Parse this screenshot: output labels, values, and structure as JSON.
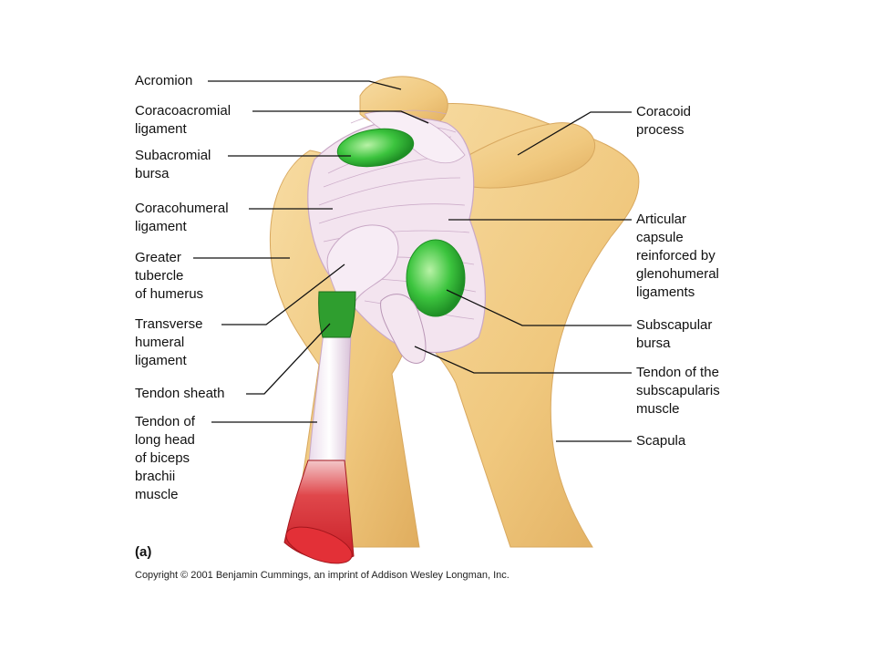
{
  "labels": {
    "acromion": "Acromion",
    "coracoacromial": "Coracoacromial\nligament",
    "subacromial": "Subacromial\nbursa",
    "coracohumeral": "Coracohumeral\nligament",
    "greater_tubercle": "Greater\ntubercle\nof humerus",
    "transverse": "Transverse\nhumeral\nligament",
    "tendon_sheath": "Tendon sheath",
    "biceps_tendon": "Tendon of\nlong head\nof biceps\nbrachii\nmuscle",
    "coracoid": "Coracoid\nprocess",
    "articular_capsule": "Articular\ncapsule\nreinforced by\nglenohumeral\nligaments",
    "subscapular_bursa": "Subscapular\nbursa",
    "subscapularis_tendon": "Tendon of the\nsubscapularis\nmuscle",
    "scapula": "Scapula"
  },
  "panel_letter": "(a)",
  "copyright": "Copyright © 2001 Benjamin Cummings, an imprint of Addison Wesley Longman, Inc.",
  "colors": {
    "bone": "#f2cf8c",
    "bone_shadow": "#d9a85a",
    "ligament": "#f4e6f0",
    "ligament_stroke": "#c9a8c6",
    "bursa": "#35c03a",
    "bursa_light": "#9be88a",
    "muscle": "#d8262c",
    "sheath": "#2f9e2f",
    "leader": "#111111"
  }
}
